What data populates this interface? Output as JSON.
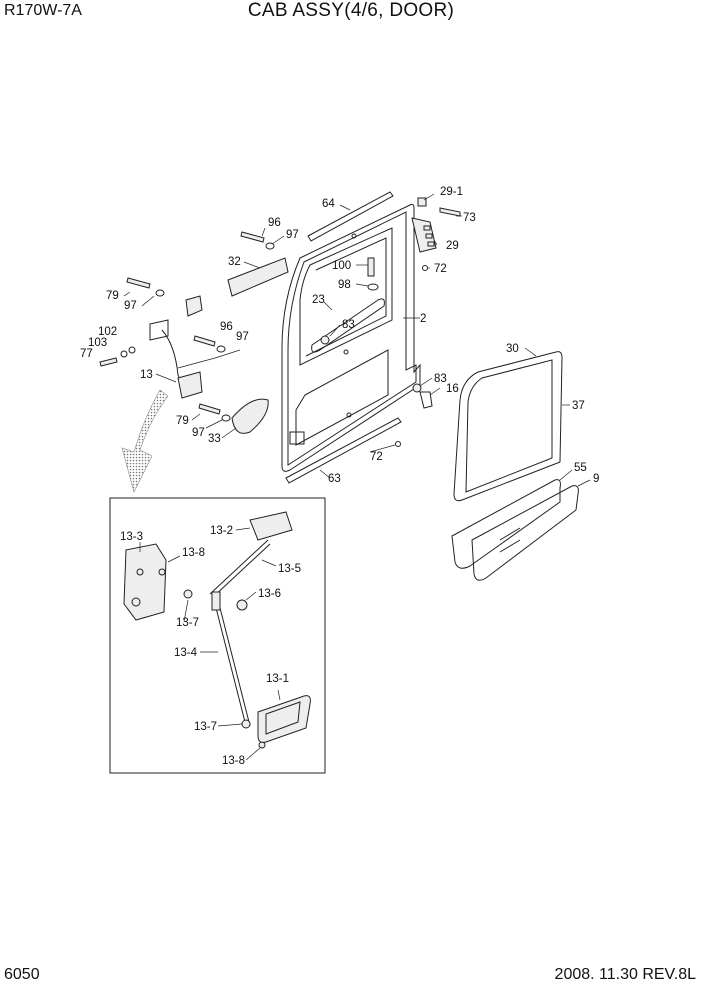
{
  "header": {
    "model": "R170W-7A",
    "title": "CAB ASSY(4/6, DOOR)"
  },
  "footer": {
    "page_number": "6050",
    "revision": "2008. 11.30  REV.8L"
  },
  "callouts": [
    "29-1",
    "64",
    "73",
    "96",
    "97",
    "29",
    "32",
    "100",
    "72",
    "79",
    "97",
    "98",
    "23",
    "2",
    "102",
    "96",
    "97",
    "103",
    "77",
    "83",
    "13",
    "83",
    "16",
    "30",
    "37",
    "79",
    "97",
    "33",
    "72",
    "63",
    "55",
    "9",
    "13-3",
    "13-2",
    "13-8",
    "13-5",
    "13-6",
    "13-7",
    "13-4",
    "13-1",
    "13-7",
    "13-8"
  ],
  "colors": {
    "line": "#222222",
    "fill": "#eeeeee",
    "text": "#111111"
  }
}
